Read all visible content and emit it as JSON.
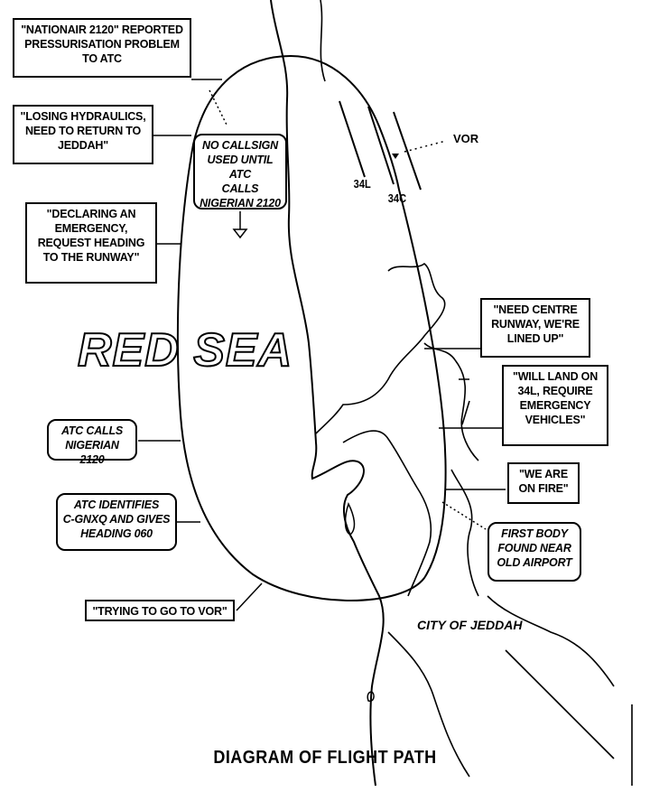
{
  "callouts": [
    "\"NATIONAIR 2120\" REPORTED\nPRESSURISATION PROBLEM\nTO ATC",
    "\"LOSING HYDRAULICS,\nNEED TO RETURN TO\nJEDDAH\"",
    "NO CALLSIGN\nUSED UNTIL ATC\nCALLS\nNIGERIAN 2120",
    "\"DECLARING AN\nEMERGENCY,\nREQUEST HEADING\nTO THE RUNWAY\"",
    "\"NEED CENTRE\nRUNWAY, WE'RE\nLINED UP\"",
    "\"WILL LAND ON\n34L, REQUIRE\nEMERGENCY\nVEHICLES\"",
    "ATC CALLS\nNIGERIAN 2120",
    "\"WE ARE\nON FIRE\"",
    "ATC IDENTIFIES\nC-GNXQ AND GIVES\nHEADING 060",
    "FIRST BODY\nFOUND NEAR\nOLD AIRPORT",
    "\"TRYING TO GO TO VOR\""
  ],
  "labels": {
    "vor": "VOR",
    "runway_left": "34L",
    "runway_centre": "34C",
    "sea": "RED SEA",
    "city": "CITY OF JEDDAH"
  },
  "caption": "DIAGRAM OF FLIGHT PATH"
}
